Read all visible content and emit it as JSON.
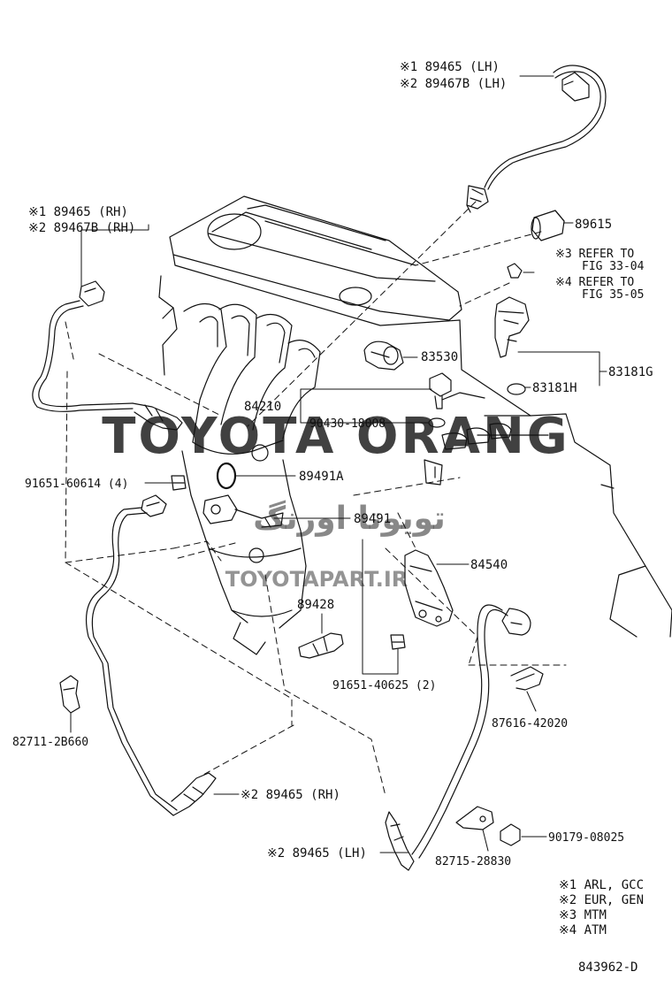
{
  "diagram": {
    "drawing_number": "843962-D",
    "watermark": {
      "main": "TOYOTA ORANG",
      "arabic": "تويوتا اورنگ",
      "site": "TOYOTAPART.IR",
      "color": "#f06a6a"
    },
    "labels": {
      "top_lh_1": "※1 89465  (LH)",
      "top_lh_2": "※2 89467B (LH)",
      "rh_1": "※1 89465  (RH)",
      "rh_2": "※2 89467B (RH)",
      "p89615": "89615",
      "ref3_a": "※3 REFER TO",
      "ref3_b": "FIG 33-04",
      "ref4_a": "※4 REFER TO",
      "ref4_b": "FIG 35-05",
      "p83530": "83530",
      "p83181g": "83181G",
      "p83181h": "83181H",
      "p84210": "84210",
      "p90430": "90430-18008",
      "p89491a": "89491A",
      "p91651_60614": "91651-60614 (4)",
      "p89491": "89491",
      "p84540": "84540",
      "p89428": "89428",
      "p91651_40625": "91651-40625 (2)",
      "p82711": "82711-2B660",
      "p87616": "87616-42020",
      "p89465_rh": "※2 89465 (RH)",
      "p89465_lh": "※2 89465 (LH)",
      "p82715": "82715-28830",
      "p90179": "90179-08025"
    },
    "legend": [
      "※1 ARL, GCC",
      "※2 EUR, GEN",
      "※3 MTM",
      "※4 ATM"
    ]
  }
}
